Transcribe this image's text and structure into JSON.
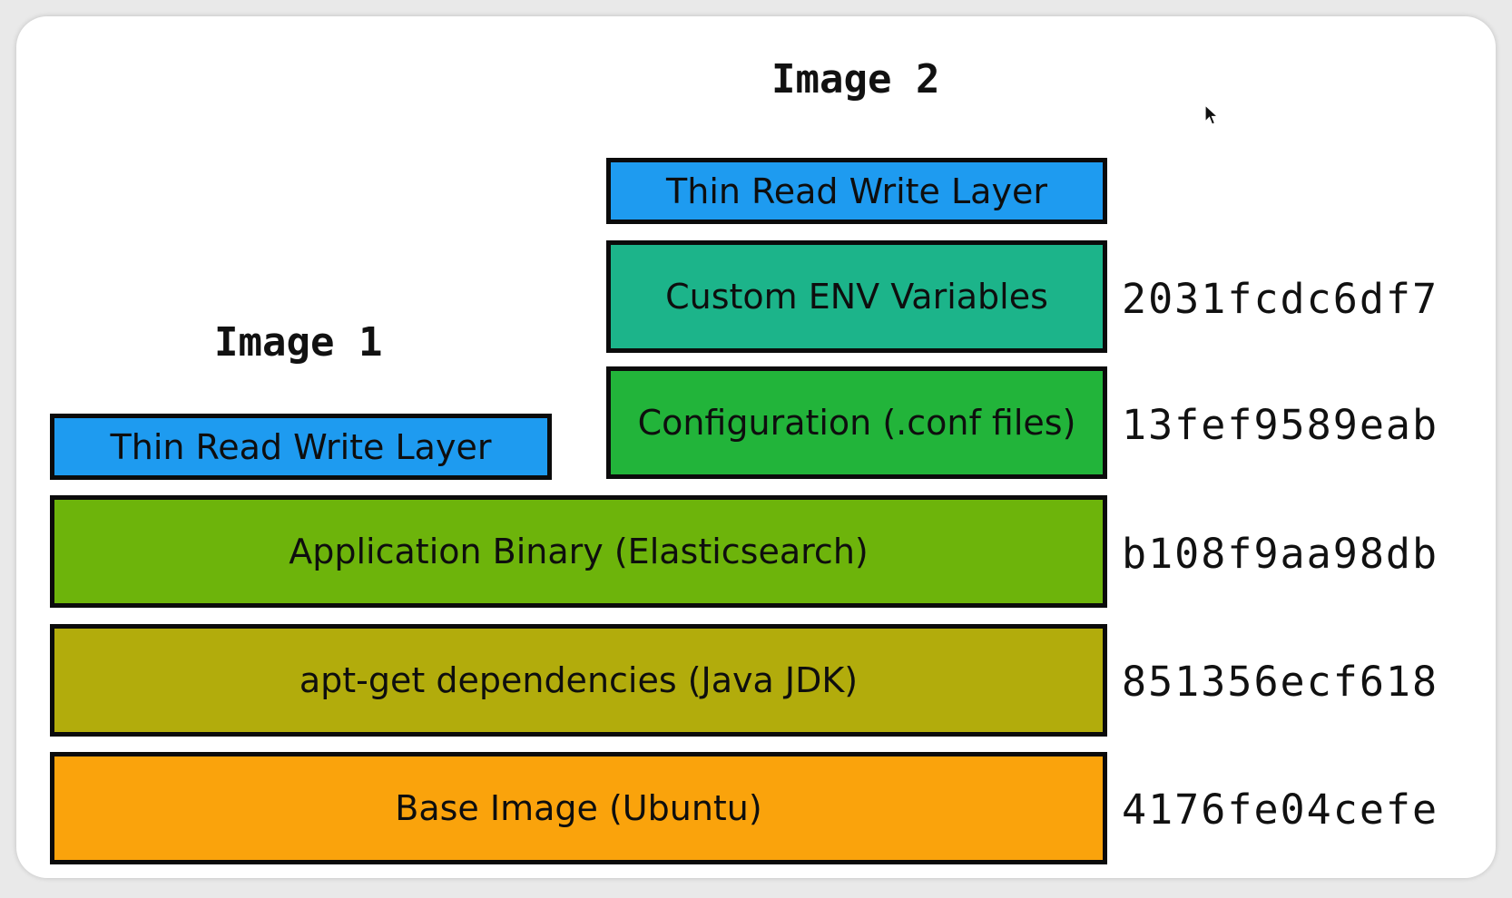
{
  "titles": {
    "image1": "Image 1",
    "image2": "Image 2"
  },
  "image1": {
    "thin_layer": "Thin Read Write Layer"
  },
  "image2": {
    "thin_layer": "Thin Read Write Layer",
    "custom_env": "Custom ENV Variables",
    "configuration": "Configuration (.conf files)"
  },
  "shared_layers": {
    "app_binary": "Application Binary (Elasticsearch)",
    "apt_get": "apt-get dependencies (Java JDK)",
    "base_image": "Base Image (Ubuntu)"
  },
  "hashes": {
    "custom_env": "2031fcdc6df7",
    "configuration": "13fef9589eab",
    "app_binary": "b108f9aa98db",
    "apt_get": "851356ecf618",
    "base_image": "4176fe04cefe"
  },
  "colors": {
    "thin_layer": "#1e9bf0",
    "custom_env": "#1cb48a",
    "configuration": "#22b43a",
    "app_binary": "#6db40b",
    "apt_get": "#b2ac0c",
    "base_image": "#faa30c"
  },
  "icons": {
    "cursor": "mouse-pointer-icon"
  }
}
